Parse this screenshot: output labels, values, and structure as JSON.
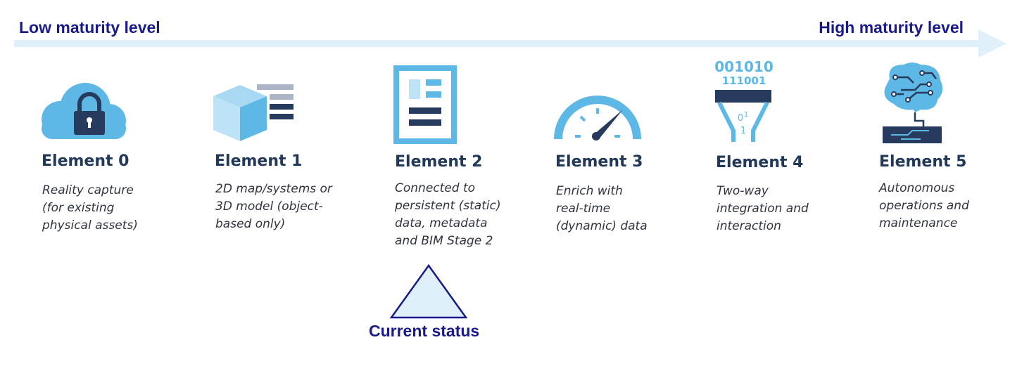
{
  "scale": {
    "low_label": "Low maturity level",
    "high_label": "High maturity level"
  },
  "elements": [
    {
      "title": "Element 0",
      "description": [
        "Reality capture",
        "(for existing",
        "physical assets)"
      ],
      "icon": "cloud-lock-icon"
    },
    {
      "title": "Element 1",
      "description": [
        "2D map/systems or",
        "3D model (object-",
        "based only)"
      ],
      "icon": "cube-model-icon"
    },
    {
      "title": "Element 2",
      "description": [
        "Connected to",
        "persistent (static)",
        "data, metadata",
        "and BIM Stage 2"
      ],
      "icon": "document-layout-icon"
    },
    {
      "title": "Element 3",
      "description": [
        "Enrich with",
        "real-time",
        "(dynamic) data"
      ],
      "icon": "gauge-icon"
    },
    {
      "title": "Element 4",
      "description": [
        "Two-way",
        "integration and",
        "interaction"
      ],
      "icon": "binary-funnel-icon",
      "icon_text": [
        "001010",
        "111001",
        "0",
        "1",
        "1"
      ]
    },
    {
      "title": "Element 5",
      "description": [
        "Autonomous",
        "operations and",
        "maintenance"
      ],
      "icon": "brain-circuit-icon"
    }
  ],
  "current_status": {
    "label": "Current status",
    "element_index": 2
  },
  "colors": {
    "label_navy": "#1a1b8a",
    "title_navy": "#213858",
    "icon_light_blue": "#5db8e6",
    "icon_dark_navy": "#263b5e",
    "arrow_fill": "#dff0fa"
  }
}
